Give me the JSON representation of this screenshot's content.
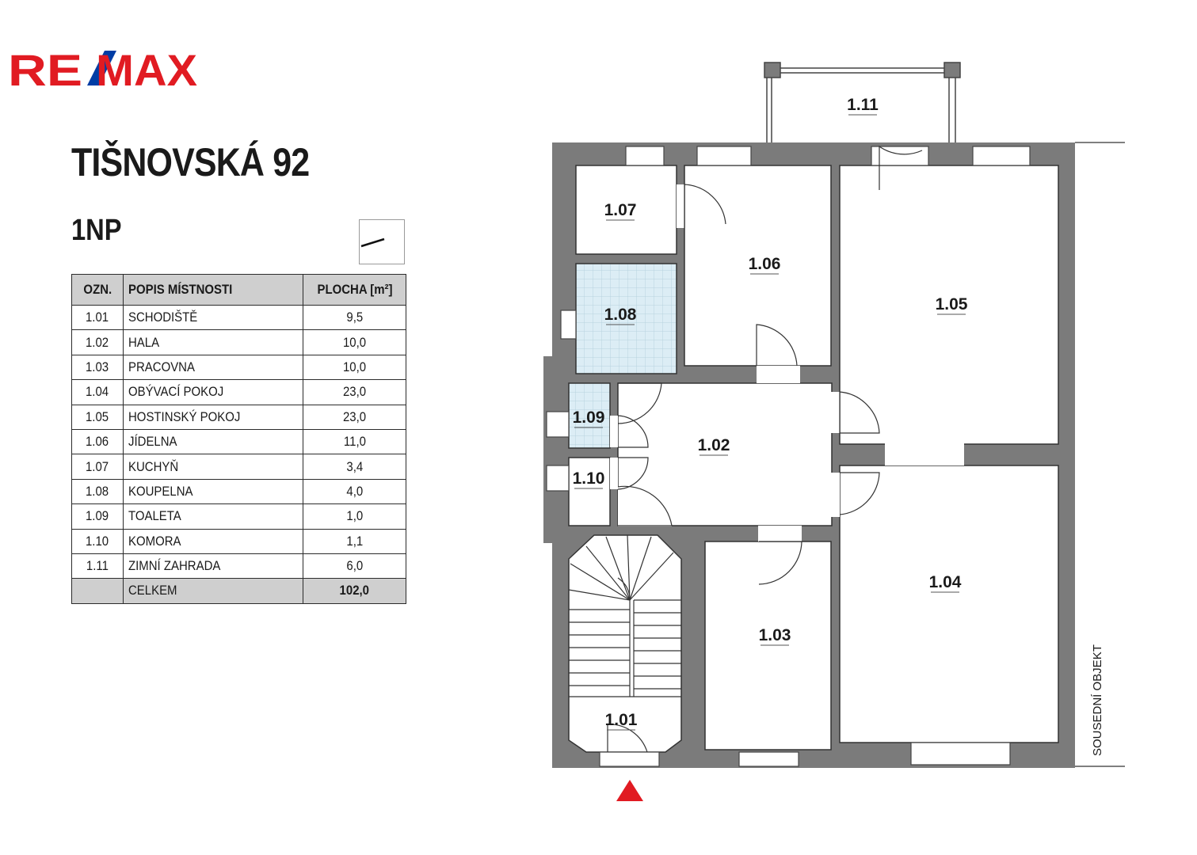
{
  "brand": {
    "logo_text": "RE/MAX",
    "colors": {
      "red": "#e11b22",
      "blue": "#003da5"
    }
  },
  "title": "TIŠNOVSKÁ 92",
  "floor": "1NP",
  "table": {
    "headers": [
      "OZN.",
      "POPIS MÍSTNOSTI",
      "PLOCHA [m²]"
    ],
    "rows": [
      {
        "id": "1.01",
        "name": "SCHODIŠTĚ",
        "area": "9,5"
      },
      {
        "id": "1.02",
        "name": "HALA",
        "area": "10,0"
      },
      {
        "id": "1.03",
        "name": "PRACOVNA",
        "area": "10,0"
      },
      {
        "id": "1.04",
        "name": "OBÝVACÍ POKOJ",
        "area": "23,0"
      },
      {
        "id": "1.05",
        "name": "HOSTINSKÝ POKOJ",
        "area": "23,0"
      },
      {
        "id": "1.06",
        "name": "JÍDELNA",
        "area": "11,0"
      },
      {
        "id": "1.07",
        "name": "KUCHYŇ",
        "area": "3,4"
      },
      {
        "id": "1.08",
        "name": "KOUPELNA",
        "area": "4,0"
      },
      {
        "id": "1.09",
        "name": "TOALETA",
        "area": "1,0"
      },
      {
        "id": "1.10",
        "name": "KOMORA",
        "area": "1,1"
      },
      {
        "id": "1.11",
        "name": "ZIMNÍ ZAHRADA",
        "area": "6,0"
      }
    ],
    "total": {
      "id": "",
      "name": "CELKEM",
      "area": "102,0"
    }
  },
  "plan": {
    "room_labels": [
      "1.01",
      "1.02",
      "1.03",
      "1.04",
      "1.05",
      "1.06",
      "1.07",
      "1.08",
      "1.09",
      "1.10",
      "1.11"
    ],
    "neighbor_label": "SOUSEDNÍ OBJEKT",
    "colors": {
      "wall": "#7b7b7b",
      "tile": "#dcedf5",
      "entrance": "#e11b22"
    }
  }
}
